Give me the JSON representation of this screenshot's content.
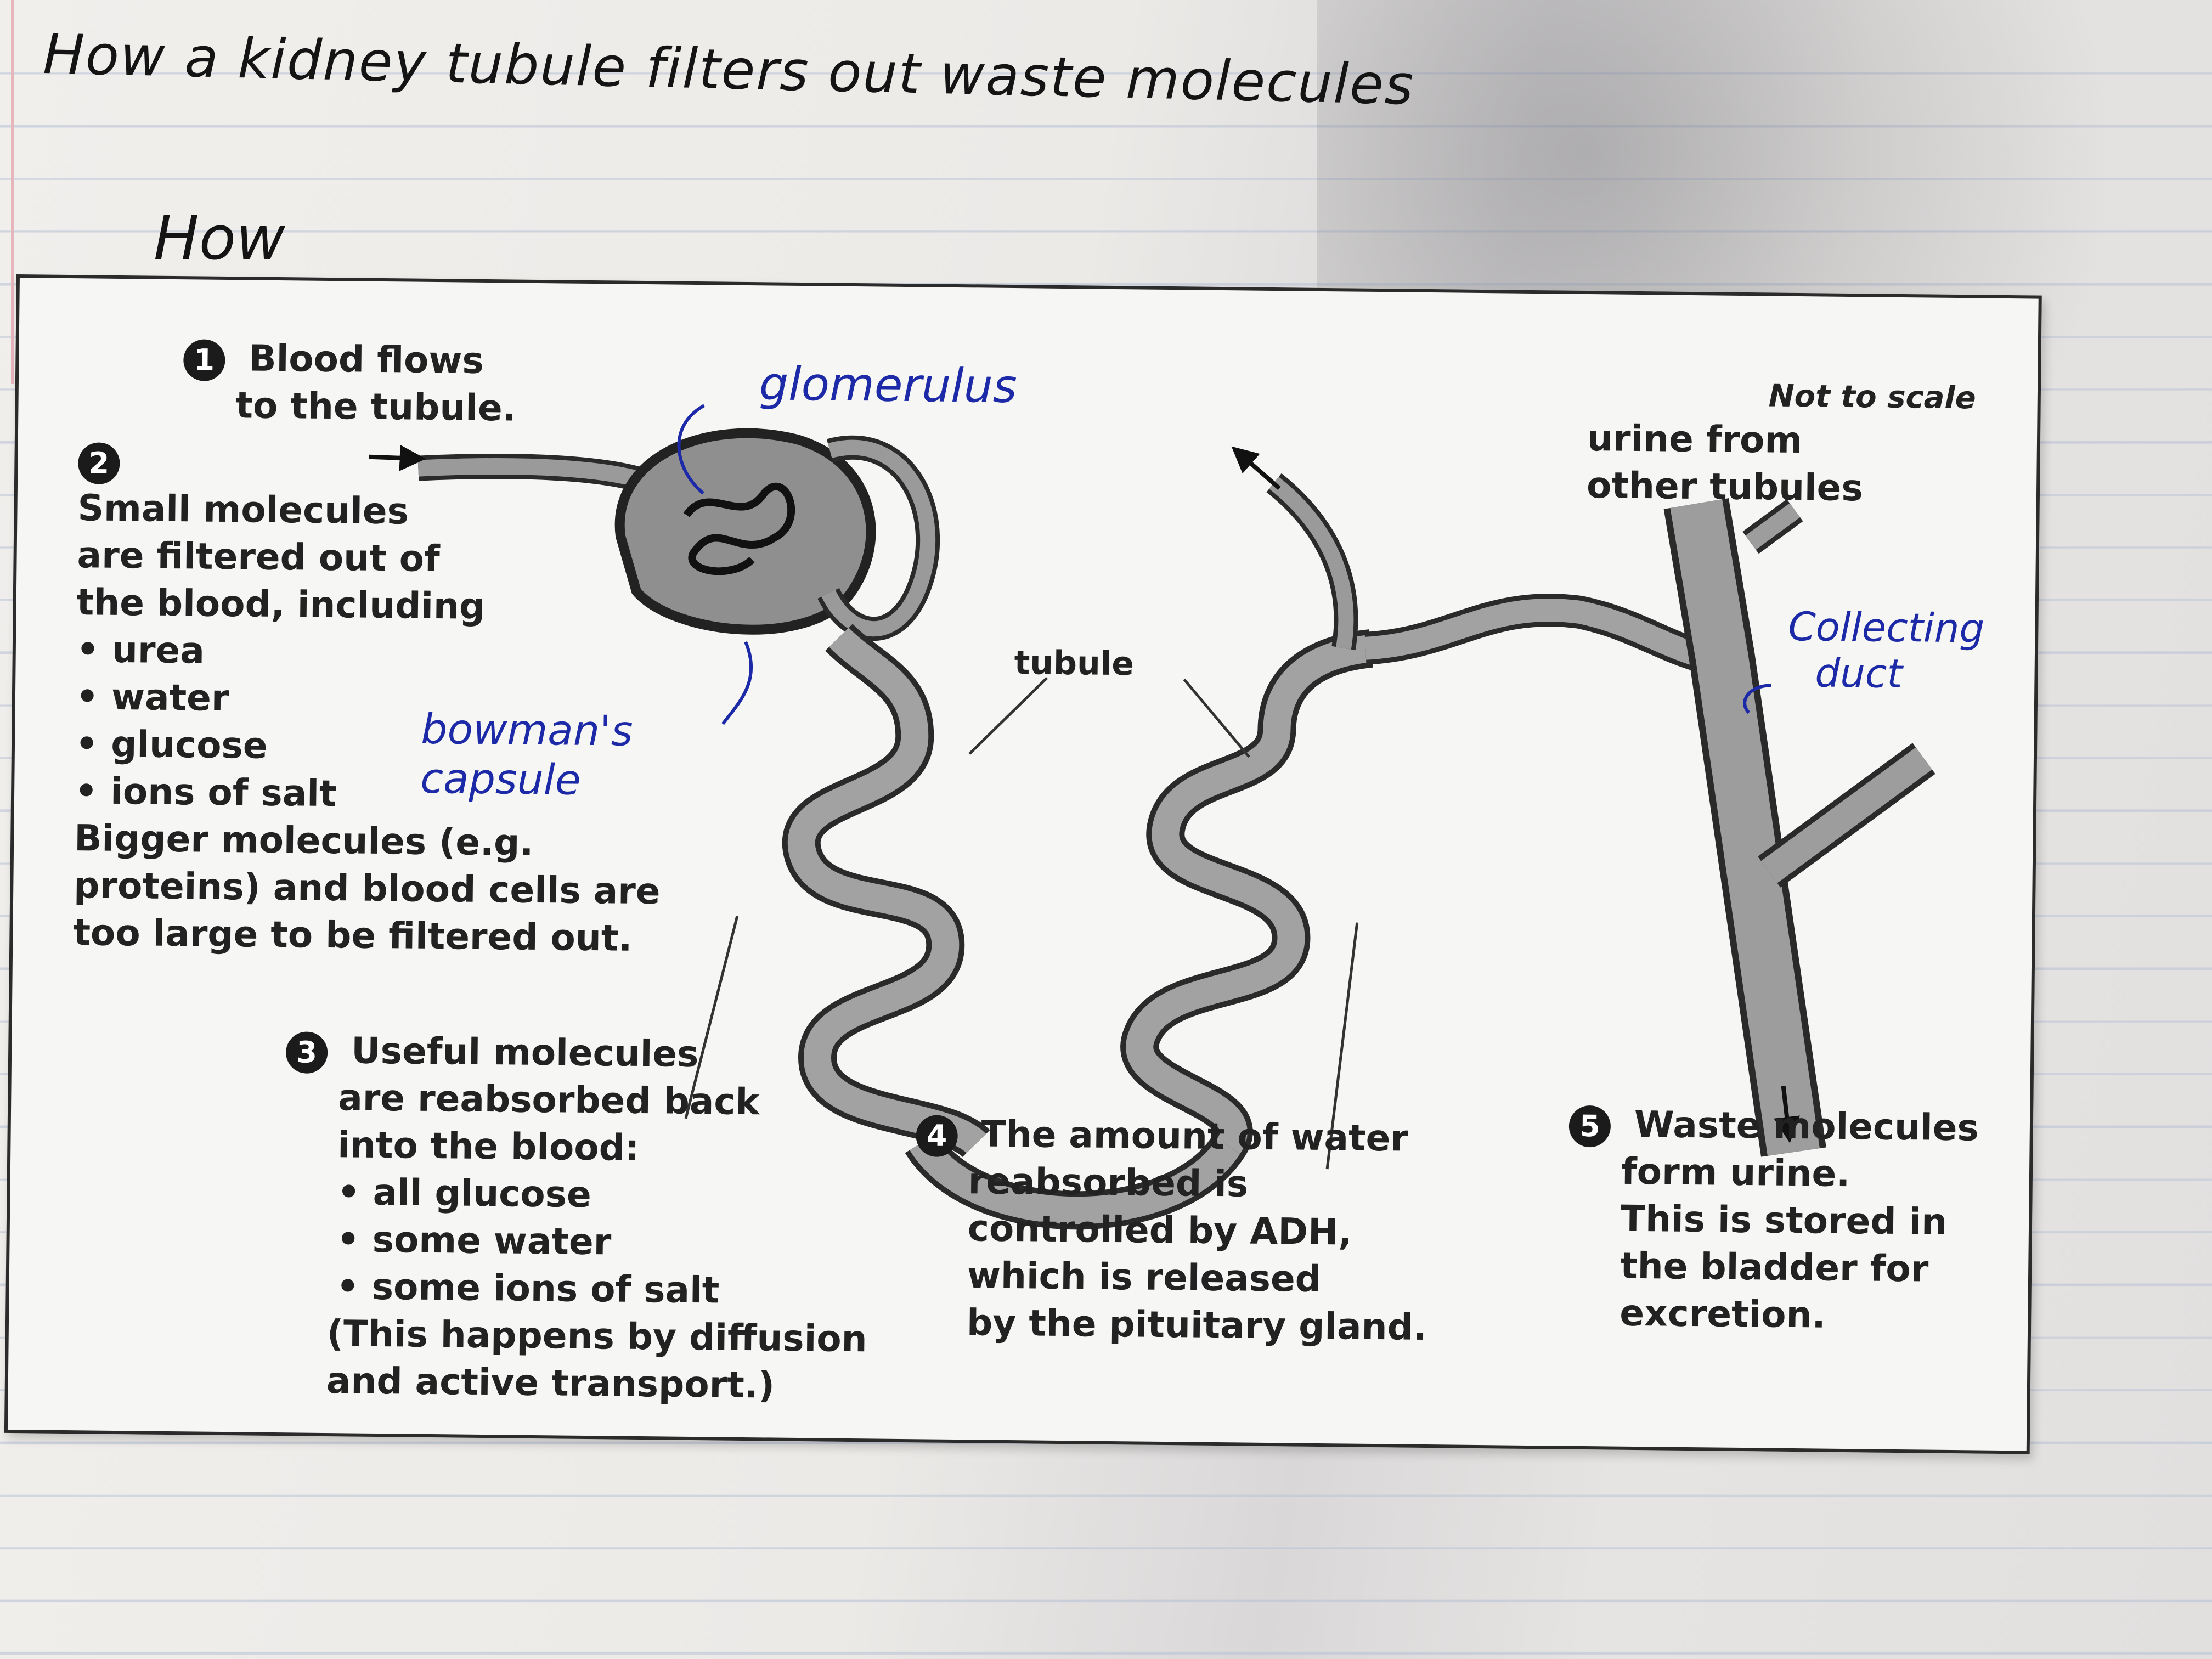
{
  "notebook": {
    "title": "How a kidney tubule filters out waste molecules",
    "subheading": "How"
  },
  "worksheet": {
    "not_to_scale": "Not to scale",
    "step1": {
      "number": "1",
      "lines": [
        "Blood flows",
        "to the tubule."
      ]
    },
    "step2": {
      "number": "2",
      "lines": [
        "Small molecules",
        "are filtered out of",
        "the blood, including"
      ],
      "bullets": [
        "urea",
        "water",
        "glucose",
        "ions of salt"
      ],
      "extra": [
        "Bigger molecules (e.g.",
        "proteins) and blood cells are",
        "too large to be filtered out."
      ]
    },
    "step3": {
      "number": "3",
      "lines": [
        "Useful molecules",
        "are reabsorbed back",
        "into the blood:"
      ],
      "bullets": [
        "all glucose",
        "some water",
        "some ions of salt"
      ],
      "extra": [
        "(This happens by diffusion",
        "and active transport.)"
      ]
    },
    "step4": {
      "number": "4",
      "lines": [
        "The amount of water",
        "reabsorbed is",
        "controlled by ADH,",
        "which is released",
        "by the pituitary gland."
      ]
    },
    "step5": {
      "number": "5",
      "lines": [
        "Waste molecules",
        "form urine.",
        "This is stored in",
        "the bladder for",
        "excretion."
      ]
    },
    "labels": {
      "tubule": "tubule",
      "urine_from": [
        "urine from",
        "other tubules"
      ]
    },
    "handwritten_labels": {
      "glomerulus": "glomerulus",
      "bowmans": [
        "bowman's",
        "capsule"
      ],
      "collecting": [
        "Collecting",
        "duct"
      ]
    }
  }
}
